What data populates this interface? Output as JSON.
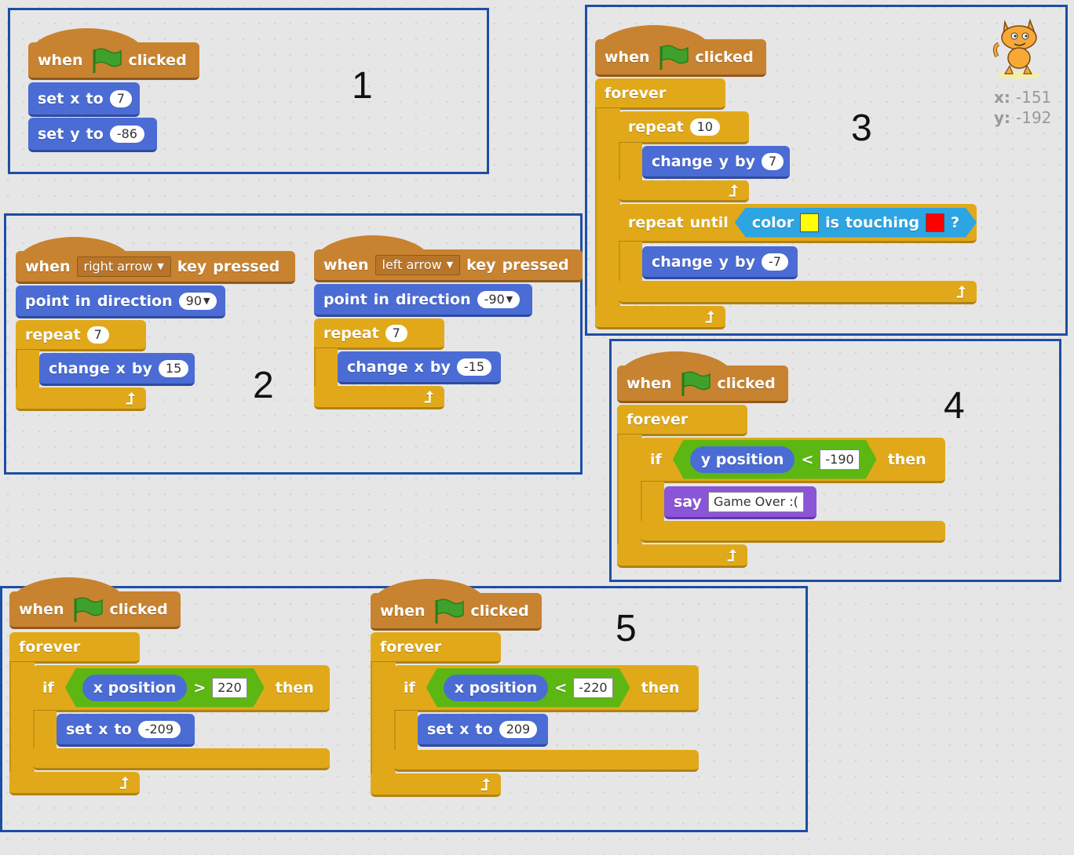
{
  "labels": {
    "when": "when",
    "clicked": "clicked",
    "set": "set",
    "x": "x",
    "y": "y",
    "to": "to",
    "key": "key",
    "pressed": "pressed",
    "point": "point",
    "in": "in",
    "direction": "direction",
    "repeat": "repeat",
    "change": "change",
    "by": "by",
    "forever": "forever",
    "until": "until",
    "color": "color",
    "is": "is",
    "touching": "touching",
    "question": "?",
    "if": "if",
    "then": "then",
    "position": "position",
    "say": "say",
    "lt": "<",
    "gt": ">"
  },
  "groups": [
    {
      "number": "1"
    },
    {
      "number": "2"
    },
    {
      "number": "3"
    },
    {
      "number": "4"
    },
    {
      "number": "5"
    }
  ],
  "scripts": {
    "s1": {
      "set_x": "7",
      "set_y": "-86"
    },
    "s2a": {
      "key": "right arrow",
      "direction": "90",
      "repeat": "7",
      "change_x": "15"
    },
    "s2b": {
      "key": "left arrow",
      "direction": "-90",
      "repeat": "7",
      "change_x": "-15"
    },
    "s3": {
      "repeat": "10",
      "change_y_1": "7",
      "change_y_2": "-7",
      "color_a": "#ffff00",
      "color_b": "#ff0000"
    },
    "s4": {
      "compare": "-190",
      "say": "Game Over :("
    },
    "s5a": {
      "compare": "220",
      "set_x": "-209"
    },
    "s5b": {
      "compare": "-220",
      "set_x": "209"
    }
  },
  "stage": {
    "x_label": "x:",
    "x_value": "-151",
    "y_label": "y:",
    "y_value": "-192"
  },
  "colors": {
    "events": "#c88330",
    "motion": "#4a6cd4",
    "control": "#e1a91a",
    "operators": "#5cb712",
    "sensing": "#2ca5e2",
    "looks": "#8a55d7",
    "frame": "#1d4ea6"
  }
}
